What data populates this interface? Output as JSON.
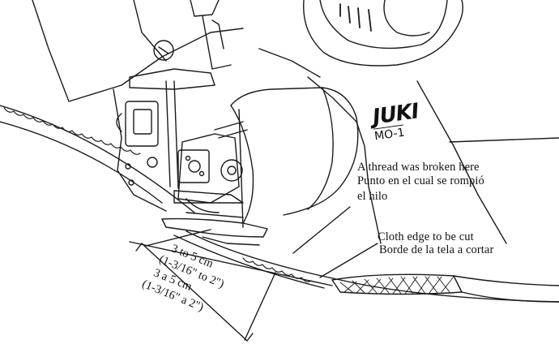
{
  "brand": {
    "logo": "JUKI",
    "model": "MO-1"
  },
  "labels": {
    "thread_en": "A thread was broken here",
    "thread_es_1": "Punto en el cual se rompió",
    "thread_es_2": "el hilo",
    "edge_en": "Cloth edge to be cut",
    "edge_es": "Borde de la tela a cortar",
    "dim_1": "3 to 5 cm",
    "dim_2": "(1-3/16\" to 2\")",
    "dim_3": "3 a 5 cm",
    "dim_4": "(1-3/16\" a 2\")"
  }
}
